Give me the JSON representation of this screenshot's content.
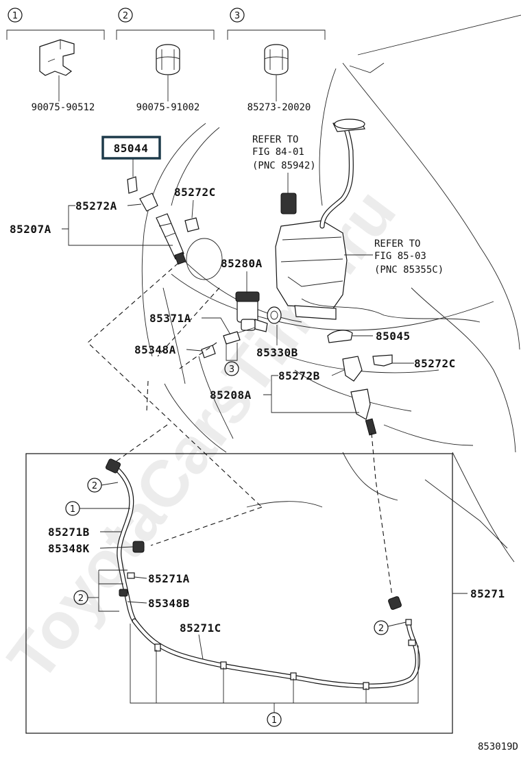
{
  "diagram_id": "853019D",
  "watermark": "ToyotaCarsTime.ru",
  "legend_items": [
    {
      "number": "1",
      "part_no": "90075-90512"
    },
    {
      "number": "2",
      "part_no": "90075-91002"
    },
    {
      "number": "3",
      "part_no": "85273-20020"
    }
  ],
  "highlighted_part": "85044",
  "labels": {
    "p85272A": "85272A",
    "p85207A": "85207A",
    "p85272C_top": "85272C",
    "p85280A": "85280A",
    "p85371A": "85371A",
    "p85348A": "85348A",
    "p85330B": "85330B",
    "p85045": "85045",
    "p85272C_right": "85272C",
    "p85272B": "85272B",
    "p85208A": "85208A",
    "p85271B": "85271B",
    "p85348K": "85348K",
    "p85271A": "85271A",
    "p85348B": "85348B",
    "p85271C": "85271C",
    "p85271": "85271"
  },
  "refer_notes": [
    {
      "line1": "REFER TO",
      "line2": "FIG 84-01",
      "line3": "(PNC 85942)"
    },
    {
      "line1": "REFER TO",
      "line2": "FIG 85-03",
      "line3": "(PNC 85355C)"
    }
  ],
  "callouts": {
    "c3_mid": "3",
    "c2_box_top": "2",
    "c1_box_left": "1",
    "c2_box_mid": "2",
    "c2_box_right": "2",
    "c1_box_bottom": "1"
  }
}
